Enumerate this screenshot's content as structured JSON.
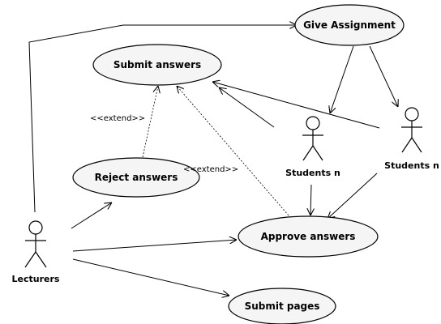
{
  "actors": {
    "lecturers": "Lecturers",
    "students_a": "Students n",
    "students_b": "Students n"
  },
  "use_cases": {
    "give_assignment": "Give Assignment",
    "submit_answers": "Submit answers",
    "reject_answers": "Reject answers",
    "approve_answers": "Approve answers",
    "submit_pages": "Submit pages"
  },
  "relations": {
    "extend_reject": "<<extend>>",
    "extend_approve": "<<extend>>"
  }
}
